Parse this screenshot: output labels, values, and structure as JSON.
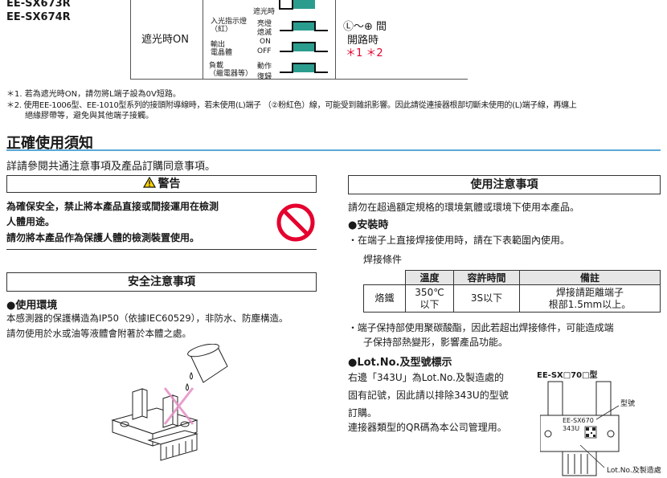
{
  "top_table": {
    "models": [
      "EE-SX673R",
      "EE-SX674R"
    ],
    "mode": "遮光時ON",
    "rows": [
      {
        "label": "",
        "states": [
          "遮光時"
        ]
      },
      {
        "label": "入光指示燈\n（紅）",
        "states": [
          "亮燈",
          "熄滅"
        ]
      },
      {
        "label": "輸出\n電晶體",
        "states": [
          "ON",
          "OFF"
        ]
      },
      {
        "label": "負載\n（繼電器等）",
        "states": [
          "動作",
          "復歸"
        ]
      }
    ],
    "connection_line1": "Ⓛ〜⊕ 間",
    "connection_line2": "開路時",
    "connection_notes": "＊1 ＊2"
  },
  "footnotes": [
    "＊1. 若為遮光時ON，請勿將L端子設為0V短路。",
    "＊2. 使用EE-1006型、EE-1010型系列的接頭附導線時，若未使用(L)端子 （②粉紅色）線，可能受到雜訊影響。因此請從連接器根部切斷未使用的(L)端子線，再纏上",
    "絕緣膠帶等，避免與其他端子接觸。"
  ],
  "section": {
    "title": "正確使用須知",
    "intro": "詳請參閱共通注意事項及產品訂購同意事項。"
  },
  "warning": {
    "header": "警告",
    "line1": "為確保安全，禁止將本產品直接或間接運用在檢測",
    "line2": "人體用途。",
    "line3": "請勿將本產品作為保護人體的檢測裝置使用。"
  },
  "safety": {
    "header": "安全注意事項",
    "env_title": "●使用環境",
    "env_line1": "本感測器的保護構造為IP50（依據IEC60529），非防水、防塵構造。",
    "env_line2": "請勿使用於水或油等液體會附著於本體之處。"
  },
  "usage": {
    "header": "使用注意事項",
    "intro": "請勿在超過額定規格的環境氣體或環境下使用本產品。",
    "install_title": "●安裝時",
    "install_bullet": "・在端子上直接焊接使用時，請在下表範圍內使用。",
    "weld_caption": "焊接條件",
    "weld_headers": [
      "溫度",
      "容許時間",
      "備註"
    ],
    "weld_row": {
      "item": "烙鐵",
      "temp_line1": "350℃",
      "temp_line2": "以下",
      "time": "3S以下",
      "note_line1": "焊接請距離端子",
      "note_line2": "根部1.5mm以上。"
    },
    "holder_line1": "・端子保持部使用聚碳酸酯，因此若超出焊接條件，可能造成端",
    "holder_line2": "子保持部熱變形，影響產品功能。"
  },
  "lot": {
    "title": "●Lot.No.及型號標示",
    "line1": "右邊「343U」為Lot.No.及製造處的",
    "line2": "固有記號，因此請以排除343U的型號",
    "line3": "訂購。",
    "line4": "連接器類型的QR碼為本公司管理用。",
    "diagram_title": "EE-SX□70□型",
    "model_label": "型號",
    "label_model": "EE-SX670",
    "label_lot": "343U",
    "lot_label": "Lot.No.及製造處"
  },
  "colors": {
    "accent": "#2a9d8f",
    "warning_red": "#e5002e",
    "section_rule": "#5aa9d6"
  }
}
